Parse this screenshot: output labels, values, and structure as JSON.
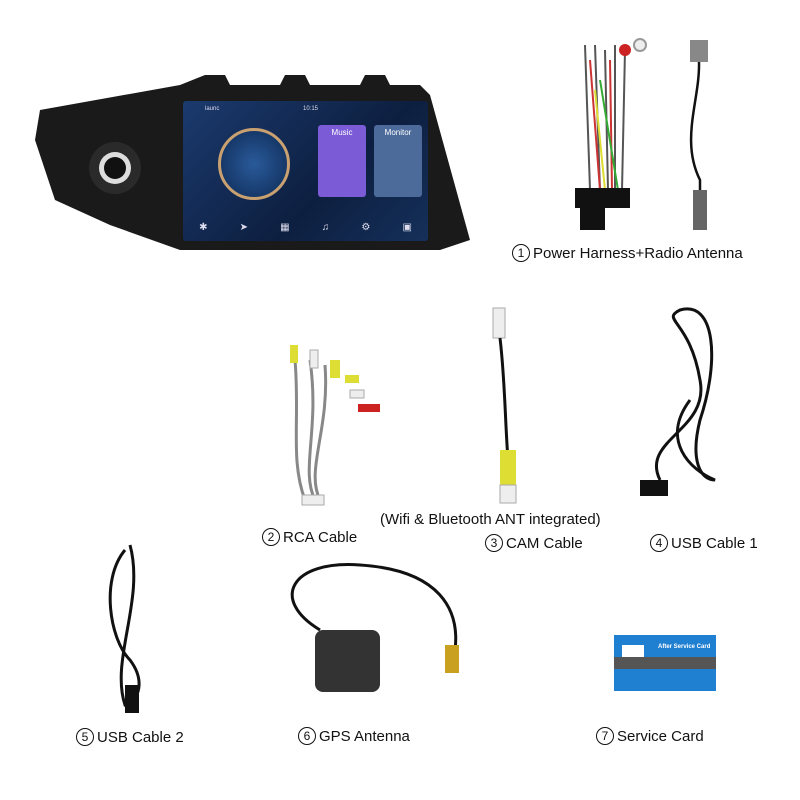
{
  "head_unit": {
    "status_bar": {
      "app": "launc",
      "time": "10:15"
    },
    "tiles": [
      {
        "title": "Music"
      },
      {
        "title": "Monitor"
      }
    ],
    "dock_icons": [
      "bluetooth-icon",
      "navigation-icon",
      "apps-icon",
      "music-icon",
      "settings-icon",
      "radio-icon"
    ]
  },
  "items": [
    {
      "number": "1",
      "label": "Power Harness+Radio Antenna"
    },
    {
      "number": "2",
      "label": "RCA Cable"
    },
    {
      "number": "3",
      "label": "CAM Cable",
      "note": "(Wifi & Bluetooth ANT integrated)"
    },
    {
      "number": "4",
      "label": "USB Cable 1"
    },
    {
      "number": "5",
      "label": "USB Cable 2"
    },
    {
      "number": "6",
      "label": "GPS Antenna"
    },
    {
      "number": "7",
      "label": "Service Card"
    }
  ],
  "service_card": {
    "title": "After Service Card"
  },
  "colors": {
    "background": "#ffffff",
    "card_blue": "#1f7fd0",
    "screen_blue": "#1b3a6e"
  }
}
